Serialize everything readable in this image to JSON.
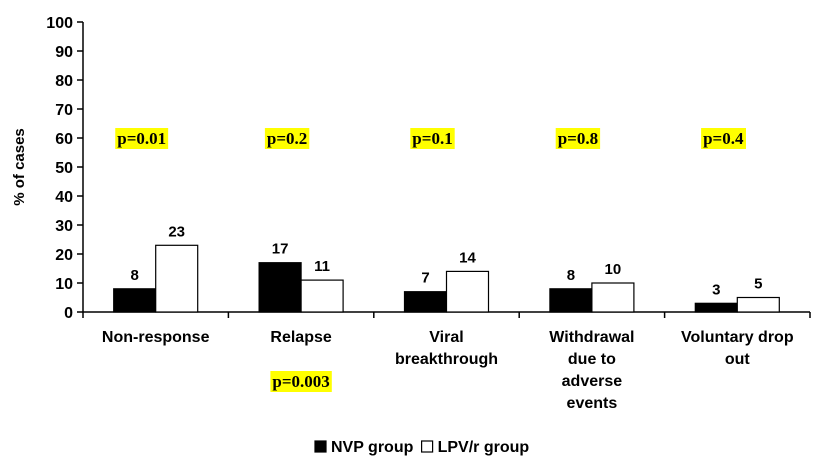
{
  "chart_data": {
    "type": "bar",
    "ylabel": "% of cases",
    "ylim": [
      0,
      100
    ],
    "yticks": [
      0,
      10,
      20,
      30,
      40,
      50,
      60,
      70,
      80,
      90,
      100
    ],
    "categories": [
      [
        "Non-response"
      ],
      [
        "Relapse"
      ],
      [
        "Viral",
        "breakthrough"
      ],
      [
        "Withdrawal",
        "due to",
        "adverse",
        "events"
      ],
      [
        "Voluntary drop",
        "out"
      ]
    ],
    "series": [
      {
        "name": "NVP group",
        "color": "#000000",
        "values": [
          8,
          17,
          7,
          8,
          3
        ]
      },
      {
        "name": "LPV/r group",
        "color": "#ffffff",
        "values": [
          23,
          11,
          14,
          10,
          5
        ]
      }
    ],
    "p_values": [
      "p=0.01",
      "p=0.2",
      "p=0.1",
      "p=0.8",
      "p=0.4"
    ],
    "p_value_secondary": {
      "category": 1,
      "text": "p=0.003"
    },
    "highlight_color": "#ffff00",
    "legend_position": "bottom",
    "grid": false
  }
}
